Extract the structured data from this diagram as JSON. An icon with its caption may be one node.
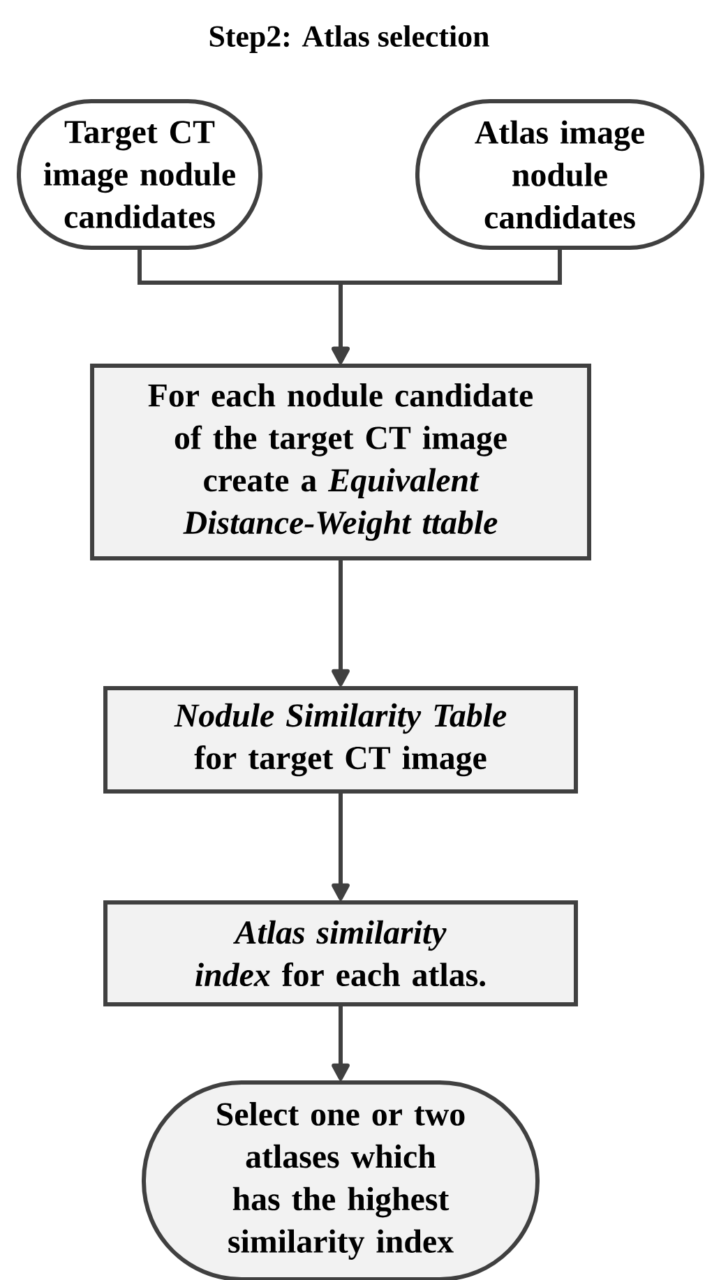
{
  "diagram": {
    "title": "Step2: Atlas selection",
    "nodes": [
      {
        "text": [
          "Target CT image nodule candidates"
        ]
      },
      {
        "text": [
          "Atlas image nodule candidates"
        ]
      },
      {
        "text": [
          "For each nodule candidate of the target CT image create a *Equivalent Distance-Weight ttable*"
        ]
      },
      {
        "text": [
          "*Nodule Similarity Table* for target CT image"
        ]
      },
      {
        "text": [
          "*Atlas similarity index* for each atlas."
        ]
      },
      {
        "text": [
          "Select one or two atlases which has the highest similarity index"
        ]
      }
    ],
    "edges": [
      {
        "from": 0,
        "to": 2,
        "arrow": "to"
      },
      {
        "from": 1,
        "to": 2,
        "arrow": "to"
      },
      {
        "from": 2,
        "to": 3,
        "arrow": "to"
      },
      {
        "from": 3,
        "to": 4,
        "arrow": "to"
      },
      {
        "from": 4,
        "to": 5,
        "arrow": "to"
      }
    ]
  }
}
